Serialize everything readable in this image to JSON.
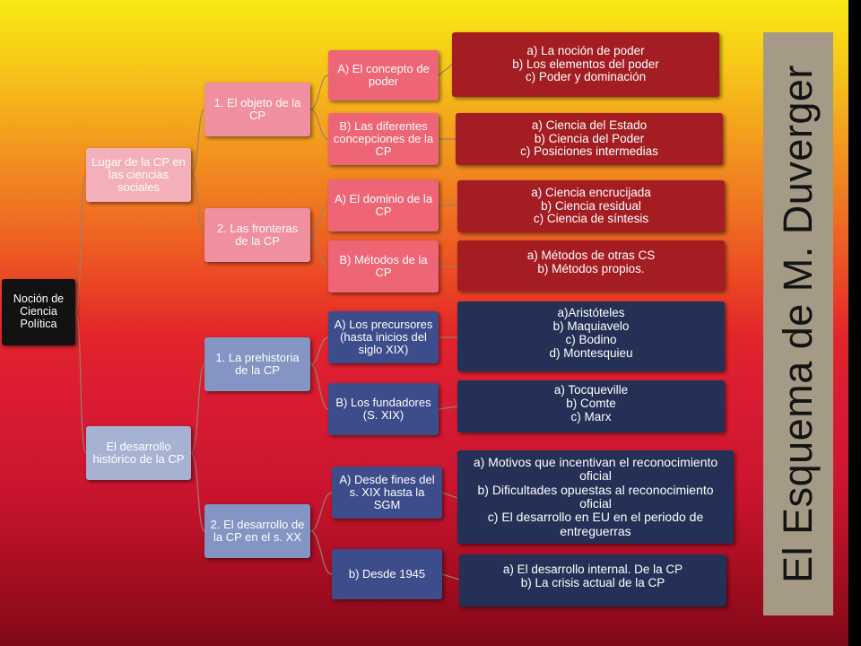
{
  "side_title": "El Esquema de  M. Duverger",
  "root": "Noción de Ciencia Política",
  "branches": [
    {
      "label": "Lugar de la CP en las ciencias sociales",
      "children": [
        {
          "label": "1. El objeto de la CP",
          "children": [
            {
              "label": "A) El concepto de poder",
              "detail": [
                "a) La noción de poder",
                "b) Los elementos del poder",
                "c) Poder y dominación"
              ]
            },
            {
              "label": "B) Las diferentes concepciones de la CP",
              "detail": [
                "a) Ciencia del Estado",
                "b) Ciencia del Poder",
                "c) Posiciones intermedias"
              ]
            }
          ]
        },
        {
          "label": "2. Las fronteras de la CP",
          "children": [
            {
              "label": "A) El dominio de la CP",
              "detail": [
                "a) Ciencia encrucijada",
                "b) Ciencia residual",
                "c) Ciencia de síntesis"
              ]
            },
            {
              "label": "B) Métodos de la CP",
              "detail": [
                "a) Métodos de otras CS",
                "b) Métodos propios."
              ]
            }
          ]
        }
      ]
    },
    {
      "label": "El desarrollo histórico de la CP",
      "children": [
        {
          "label": "1. La prehistoria de la CP",
          "children": [
            {
              "label": "A) Los precursores (hasta inicios del siglo XIX)",
              "detail": [
                "a)Aristóteles",
                "b) Maquiavelo",
                "c) Bodino",
                "d) Montesquieu"
              ]
            },
            {
              "label": "B) Los fundadores (S. XIX)",
              "detail": [
                "a) Tocqueville",
                "b) Comte",
                "c) Marx"
              ]
            }
          ]
        },
        {
          "label": "2. El desarrollo de la CP en el s. XX",
          "children": [
            {
              "label": "A) Desde fines del s. XIX hasta la SGM",
              "detail": [
                "a) Motivos que incentivan el reconocimiento oficial",
                "b) Dificultades opuestas al reconocimiento oficial",
                "c) El desarrollo en EU en el periodo de entreguerras"
              ]
            },
            {
              "label": "b) Desde 1945",
              "detail": [
                "a) El desarrollo internal. De la CP",
                "b) La crisis actual de la CP"
              ]
            }
          ]
        }
      ]
    }
  ],
  "colors": {
    "upper_leaf": "#a31d22",
    "lower_leaf": "#243056",
    "side_title_bg": "#a49a85"
  }
}
